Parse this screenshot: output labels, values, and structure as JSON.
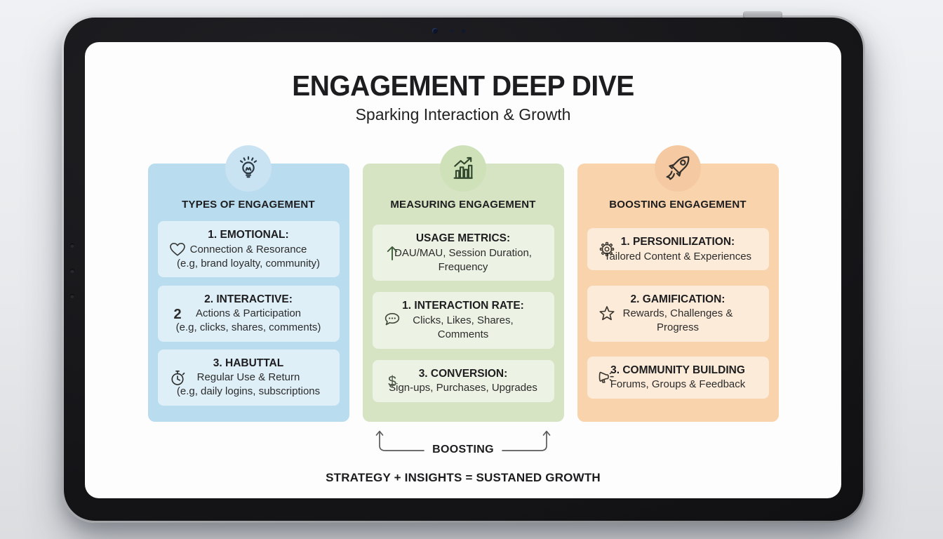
{
  "colors": {
    "page_bg": "#e7e9ec",
    "screen_bg": "#fdfdfd",
    "text_dark": "#1d1d1f",
    "column_blue": "#b9dcee",
    "column_green": "#d6e4c4",
    "column_orange": "#f8d3ac"
  },
  "infographic": {
    "title": "ENGAGEMENT DEEP DIVE",
    "subtitle": "Sparking Interaction & Growth",
    "boosting_label": "BOOSTING",
    "footer": "STRATEGY + INSIGHTS = SUSTANED GROWTH",
    "columns": [
      {
        "header": "TYPES OF ENGAGEMENT",
        "icon": "lightbulb-icon",
        "bg": "#b9dcee",
        "circle_bg": "#c9e3f3",
        "icon_color": "#2d3a46",
        "cards": [
          {
            "icon": "heart-icon",
            "icon_color": "#383838",
            "title": "1. EMOTIONAL:",
            "lines": [
              "Connection & Resorance",
              "(e.g, brand loyalty, community)"
            ]
          },
          {
            "icon": "number-2-icon",
            "icon_color": "#2b2b2b",
            "title": "2. INTERACTIVE:",
            "lines": [
              "Actions & Participation",
              "(e.g, clicks, shares, comments)"
            ]
          },
          {
            "icon": "stopwatch-icon",
            "icon_color": "#2b2b2b",
            "title": "3. HABUTTAL",
            "lines": [
              "Regular Use & Return",
              "(e.g, daily logins, subscriptions"
            ]
          }
        ]
      },
      {
        "header": "MEASURING ENGAGEMENT",
        "icon": "growth-chart-icon",
        "bg": "#d6e4c4",
        "circle_bg": "#cee1b9",
        "icon_color": "#33492f",
        "cards": [
          {
            "icon": "arrow-up-icon",
            "icon_color": "#3c5a38",
            "title": "USAGE METRICS:",
            "lines": [
              "DAU/MAU, Session Duration, Frequency"
            ]
          },
          {
            "icon": "speech-bubble-icon",
            "icon_color": "#3f4a3c",
            "title": "1. INTERACTION RATE:",
            "lines": [
              "Clicks, Likes, Shares, Comments"
            ]
          },
          {
            "icon": "dollar-icon",
            "icon_color": "#4a5547",
            "title": "3. CONVERSION:",
            "lines": [
              "Sign-ups, Purchases, Upgrades"
            ]
          }
        ]
      },
      {
        "header": "BOOSTING ENGAGEMENT",
        "icon": "rocket-icon",
        "bg": "#f8d3ac",
        "circle_bg": "#f5c9a1",
        "icon_color": "#35302b",
        "cards": [
          {
            "icon": "gear-icon",
            "icon_color": "#3b362f",
            "title": "1. PERSONILIZATION:",
            "lines": [
              "Tailored Content & Experiences"
            ]
          },
          {
            "icon": "star-icon",
            "icon_color": "#3b362f",
            "title": "2. GAMIFICATION:",
            "lines": [
              "Rewards, Challenges & Progress"
            ]
          },
          {
            "icon": "megaphone-icon",
            "icon_color": "#3b362f",
            "title": "3. COMMUNITY BUILDING",
            "lines": [
              "Forums, Groups & Feedback"
            ]
          }
        ]
      }
    ]
  }
}
